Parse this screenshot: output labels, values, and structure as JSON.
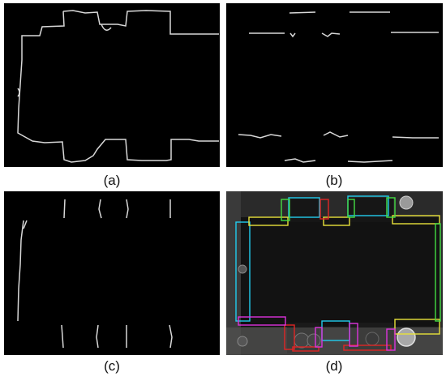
{
  "figure": {
    "panels": [
      {
        "id": "a",
        "caption": "(a)",
        "content": "full-contour-edges"
      },
      {
        "id": "b",
        "caption": "(b)",
        "content": "horizontal-edges"
      },
      {
        "id": "c",
        "caption": "(c)",
        "content": "vertical-edges"
      },
      {
        "id": "d",
        "caption": "(d)",
        "content": "detection-overlay-on-photo"
      }
    ],
    "colors": {
      "background": "#000000",
      "edge": "#d8d8d8",
      "overlay_cyan": "#22ccee",
      "overlay_yellow": "#e8e23a",
      "overlay_green": "#44dd44",
      "overlay_red": "#e02525",
      "overlay_magenta": "#dd33dd"
    }
  }
}
